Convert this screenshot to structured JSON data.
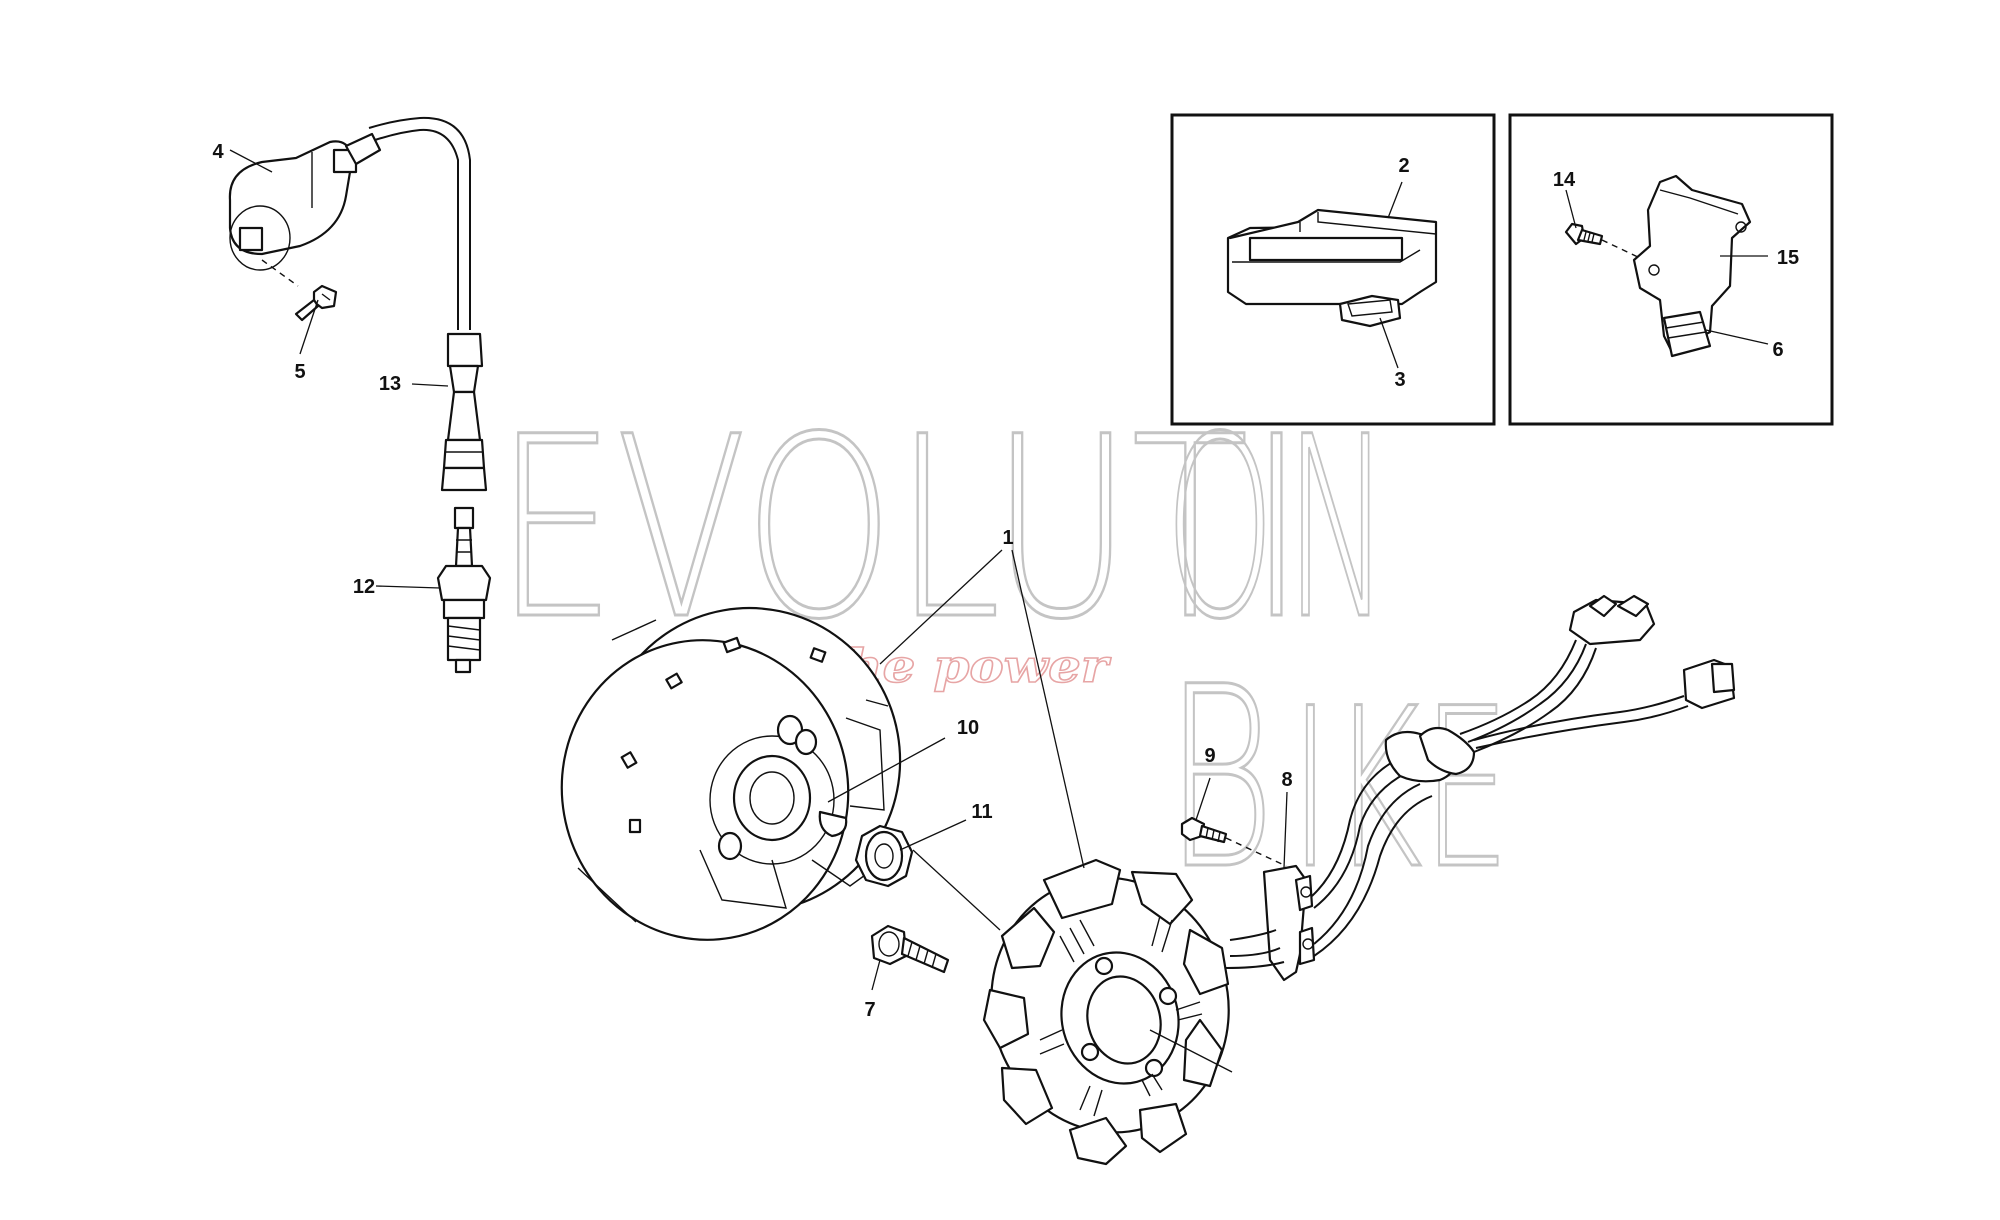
{
  "watermark": {
    "brand_word_1": "EVOLUTI",
    "brand_o": "O",
    "brand_n": "N",
    "brand_b": "B",
    "brand_word_2": "IKE",
    "tagline": "ride the power"
  },
  "callouts": {
    "c1": "1",
    "c2": "2",
    "c3": "3",
    "c4": "4",
    "c5": "5",
    "c6": "6",
    "c7": "7",
    "c8": "8",
    "c9": "9",
    "c10": "10",
    "c11": "11",
    "c12": "12",
    "c13": "13",
    "c14": "14",
    "c15": "15"
  },
  "colors": {
    "line": "#111111",
    "watermark": "#c4c4c4",
    "tagline": "#e7a5a5"
  }
}
